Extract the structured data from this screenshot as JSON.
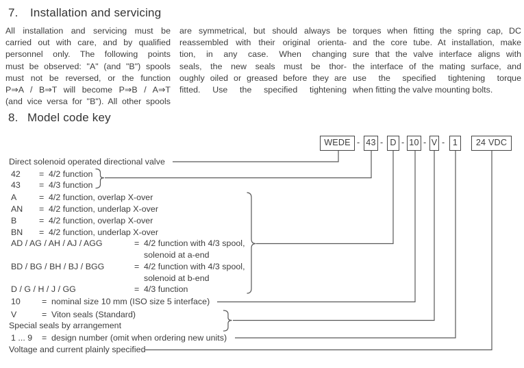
{
  "section7": {
    "number": "7.",
    "title": "Installation and servicing",
    "columns": [
      {
        "lines": [
          "All installation and servicing must be",
          "carried out with care, and by qualified",
          "personnel only. The following points",
          "must be observed: \"A\" (and \"B\") spools",
          "must not be reversed, or the function",
          "P⇒A / B⇒T will become P⇒B / A⇒T",
          "(and vice versa for \"B\"). All other spools"
        ]
      },
      {
        "lines": [
          "are symmetrical, but should always be",
          "reassembled with their original orienta-",
          "tion, in any case. When changing",
          "seals, the new seals must be thor-",
          "oughly oiled or greased before they are",
          "fitted. Use the specified tightening"
        ]
      },
      {
        "lines": [
          "torques when fitting the spring cap, DC",
          "and the core tube. At installation, make",
          "sure that the valve interface aligns with",
          "the interface of the mating surface, and",
          "use the specified tightening torque",
          "when fitting the valve mounting bolts."
        ]
      }
    ]
  },
  "section8": {
    "number": "8.",
    "title": "Model code key"
  },
  "model_code": {
    "boxes": [
      "WEDE",
      "43",
      "D",
      "10",
      "V",
      "1",
      "24 VDC"
    ],
    "separator": "-",
    "rows": [
      {
        "label": "Direct solenoid operated directional valve"
      },
      {
        "code": "42",
        "eq": "=",
        "desc": "4/2 function"
      },
      {
        "code": "43",
        "eq": "=",
        "desc": "4/3 function"
      },
      {
        "code": "A",
        "eq": "=",
        "desc": "4/2 function, overlap X-over"
      },
      {
        "code": "AN",
        "eq": "=",
        "desc": "4/2 function, underlap X-over"
      },
      {
        "code": "B",
        "eq": "=",
        "desc": "4/2 function, overlap X-over"
      },
      {
        "code": "BN",
        "eq": "=",
        "desc": "4/2 function, underlap X-over"
      },
      {
        "code": "AD / AG / AH / AJ / AGG",
        "eq": "=",
        "desc": "4/2 function with 4/3 spool,",
        "desc2": "solenoid at a-end"
      },
      {
        "code": "BD / BG / BH / BJ / BGG",
        "eq": "=",
        "desc": "4/2 function with 4/3 spool,",
        "desc2": "solenoid at b-end"
      },
      {
        "code": "D / G / H / J / GG",
        "eq": "=",
        "desc": "4/3 function"
      },
      {
        "code": "10",
        "eq": "=",
        "desc": "nominal size 10 mm (ISO size 5 interface)"
      },
      {
        "code": "V",
        "eq": "=",
        "desc": "Viton seals (Standard)"
      },
      {
        "label": "Special seals by arrangement"
      },
      {
        "code": "1 ... 9",
        "eq": "=",
        "desc": "design number (omit when ordering new units)"
      },
      {
        "label": "Voltage and current plainly specified"
      }
    ]
  },
  "colors": {
    "text": "#3c3c3c",
    "line": "#575757",
    "box_border": "#454545"
  }
}
